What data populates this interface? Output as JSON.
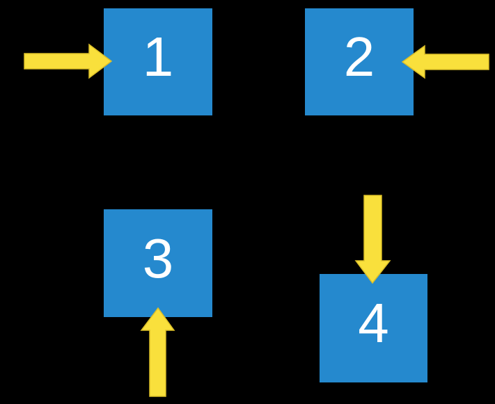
{
  "colors": {
    "background": "#000000",
    "square": "#2589CE",
    "arrow_fill": "#F9E03C",
    "arrow_stroke": "#DCBF28",
    "label": "#FFFFFF"
  },
  "squares": [
    {
      "label": "1",
      "arrow_direction": "right",
      "arrow_enters_from": "left"
    },
    {
      "label": "2",
      "arrow_direction": "left",
      "arrow_enters_from": "right"
    },
    {
      "label": "3",
      "arrow_direction": "up",
      "arrow_enters_from": "bottom"
    },
    {
      "label": "4",
      "arrow_direction": "down",
      "arrow_enters_from": "top"
    }
  ]
}
